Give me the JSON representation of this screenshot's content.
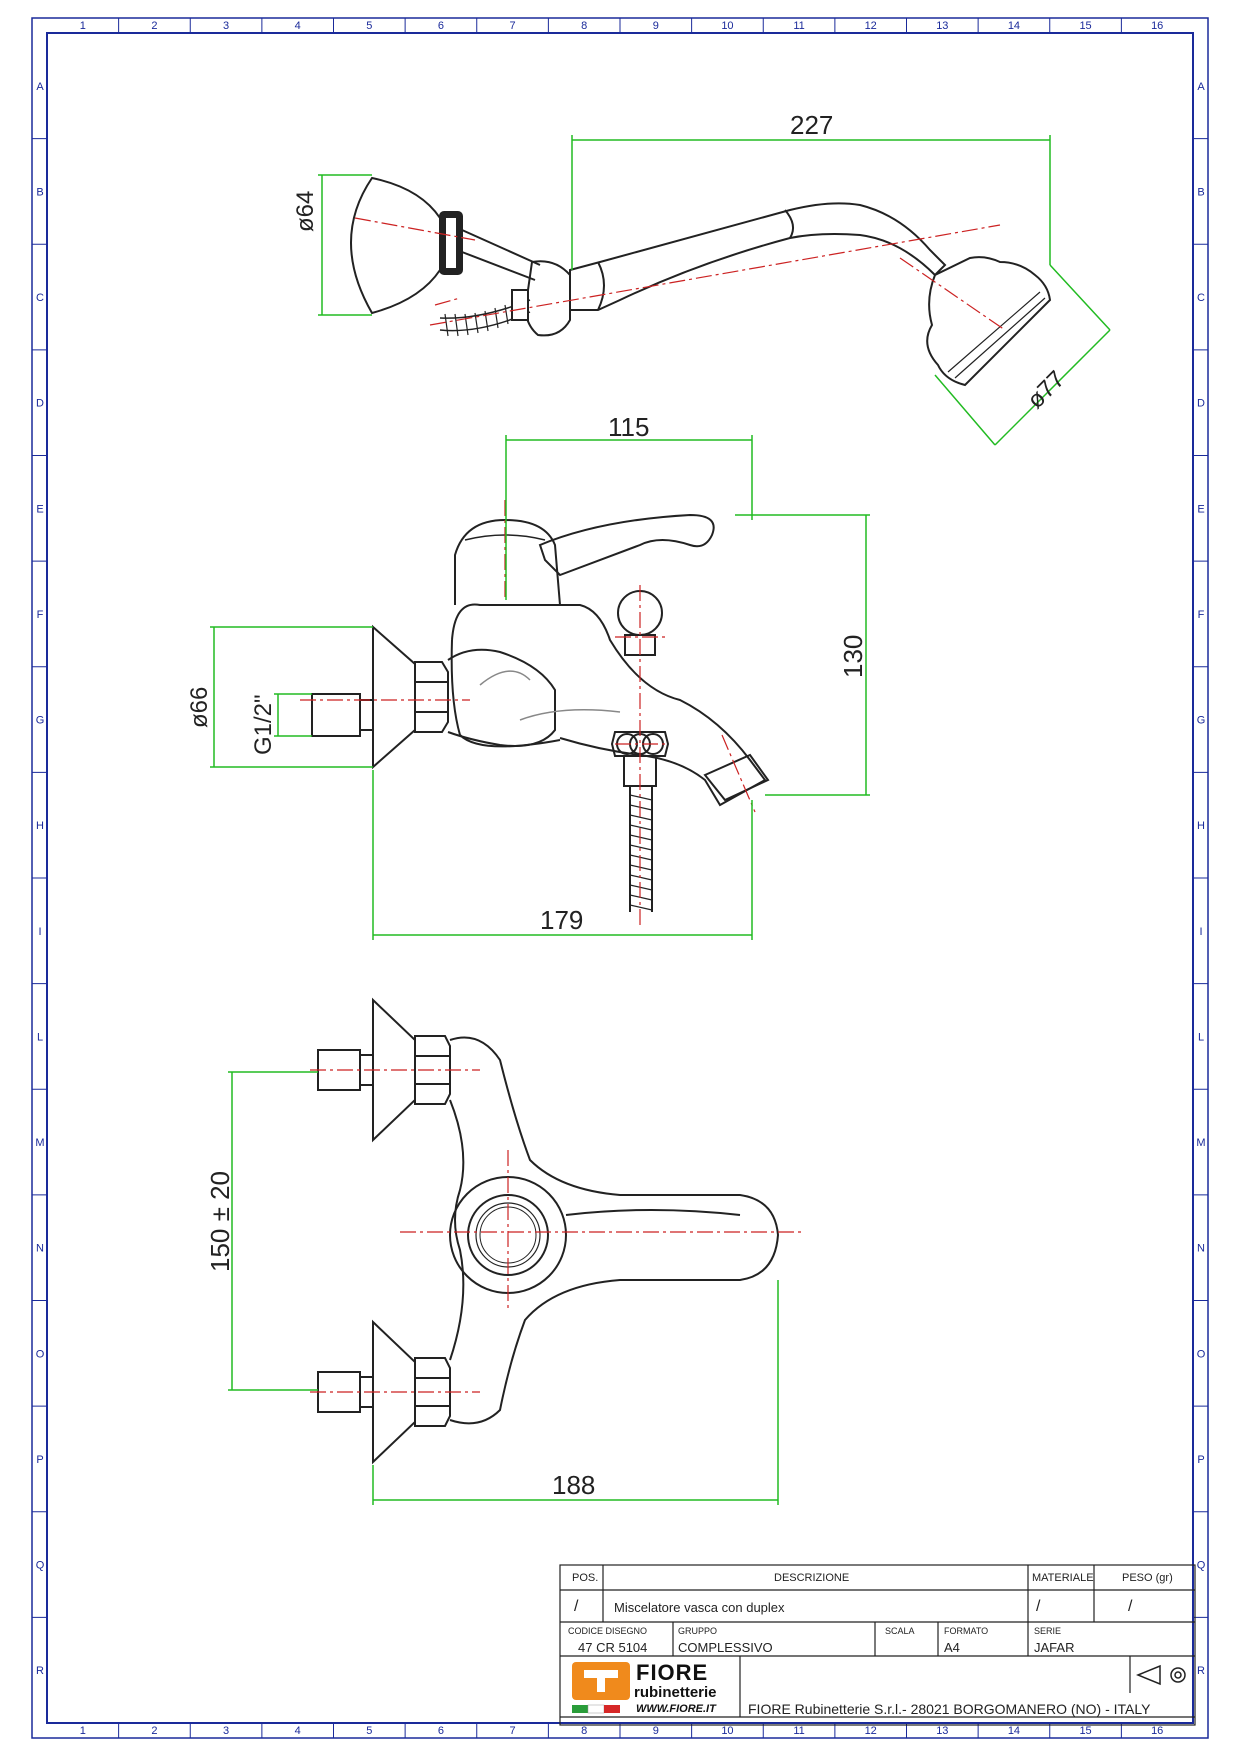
{
  "frame": {
    "columns": [
      "1",
      "2",
      "3",
      "4",
      "5",
      "6",
      "7",
      "8",
      "9",
      "10",
      "11",
      "12",
      "13",
      "14",
      "15",
      "16"
    ],
    "rows": [
      "A",
      "B",
      "C",
      "D",
      "E",
      "F",
      "G",
      "H",
      "I",
      "L",
      "M",
      "N",
      "O",
      "P",
      "Q",
      "R"
    ]
  },
  "dimensions": {
    "shower_width": "227",
    "shower_support_dia": "ø64",
    "shower_head_dia": "ø77",
    "body_depth": "115",
    "spout_height": "130",
    "flange_dia": "ø66",
    "inlet_thread": "G1/2\"",
    "side_total_depth": "179",
    "centers": "150 ± 20",
    "front_width": "188"
  },
  "title_block": {
    "pos_header": "POS.",
    "desc_header": "DESCRIZIONE",
    "material_header": "MATERIALE",
    "weight_header": "PESO (gr)",
    "pos_value": "/",
    "desc_value": "Miscelatore vasca con duplex",
    "material_value": "/",
    "weight_value": "/",
    "code_header": "CODICE DISEGNO",
    "code_value": "47 CR 5104",
    "group_header": "GRUPPO",
    "group_value": "COMPLESSIVO",
    "scale_header": "SCALA",
    "format_header": "FORMATO",
    "format_value": "A4",
    "series_header": "SERIE",
    "series_value": "JAFAR",
    "logo_top": "FIORE",
    "logo_mid": "rubinetterie",
    "logo_url": "WWW.FIORE.IT",
    "company": "FIORE Rubinetterie S.r.l.- 28021 BORGOMANERO (NO) - ITALY"
  },
  "colors": {
    "border": "#1a2a9a",
    "line": "#222222",
    "dimension": "#22bb22",
    "centerline": "#cc2222",
    "logo_orange": "#f08a1c"
  }
}
